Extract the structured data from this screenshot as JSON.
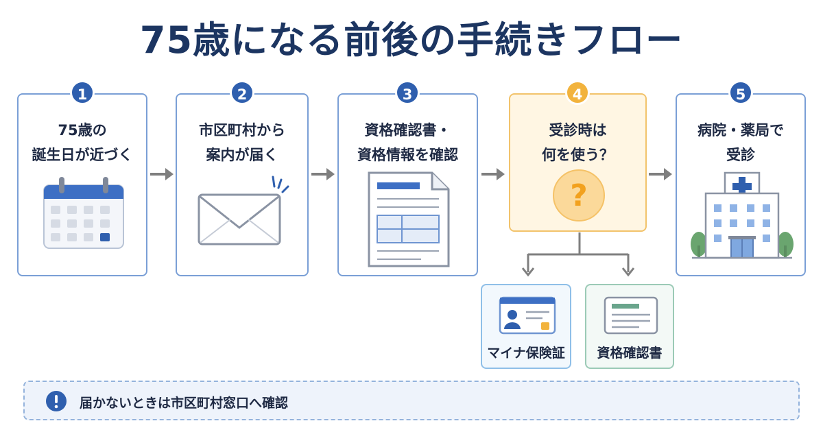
{
  "title": "75歳になる前後の手続きフロー",
  "steps": [
    {
      "number": "1",
      "label": "75歳の\n誕生日が近づく",
      "icon": "calendar-icon"
    },
    {
      "number": "2",
      "label": "市区町村から\n案内が届く",
      "icon": "envelope-icon"
    },
    {
      "number": "3",
      "label": "資格確認書・\n資格情報を確認",
      "icon": "document-icon"
    },
    {
      "number": "4",
      "label": "受診時は\n何を使う？",
      "icon": "question-icon"
    },
    {
      "number": "5",
      "label": "病院・薬局で\n受診",
      "icon": "hospital-icon"
    }
  ],
  "options": [
    {
      "label": "マイナ保険証",
      "icon": "id-card-icon"
    },
    {
      "label": "資格確認書",
      "icon": "certificate-card-icon"
    }
  ],
  "notice": {
    "text": "届かないときは市区町村窓口へ確認",
    "icon": "exclamation-icon"
  },
  "colors": {
    "primary": "#2f5fae",
    "highlight": "#f2b33d",
    "title": "#1c3561",
    "arrow": "#7f7f7f"
  }
}
